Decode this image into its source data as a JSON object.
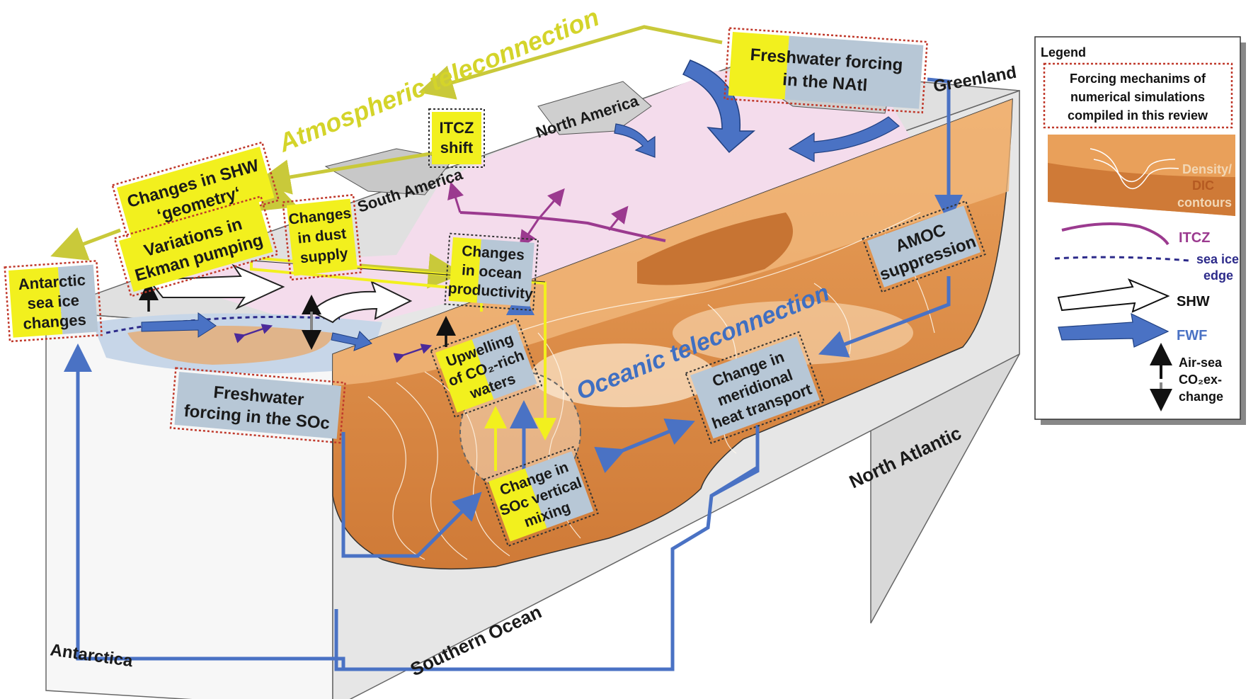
{
  "teleconnections": {
    "atmospheric": "Atmospheric teleconnection",
    "oceanic": "Oceanic teleconnection"
  },
  "regions": {
    "greenland": "Greenland",
    "north_america": "North America",
    "south_america": "South America",
    "north_atlantic": "North Atlantic",
    "southern_ocean": "Southern Ocean",
    "antarctica": "Antarctica"
  },
  "boxes": {
    "freshwater_natl": [
      "Freshwater forcing",
      "in the NAtl"
    ],
    "itcz_shift": [
      "ITCZ",
      "shift"
    ],
    "shw_geometry": [
      "Changes in SHW",
      "‘geometry‘"
    ],
    "ekman": [
      "Variations in",
      "Ekman pumping"
    ],
    "dust": [
      "Changes",
      "in dust",
      "supply"
    ],
    "productivity": [
      "Changes",
      "in ocean",
      "productivity"
    ],
    "antarctic_ice": [
      "Antarctic",
      "sea ice",
      "changes"
    ],
    "freshwater_soc": [
      "Freshwater",
      "forcing in the SOc"
    ],
    "upwelling": [
      "Upwelling",
      "of CO₂-rich",
      "waters"
    ],
    "amoc": [
      "AMOC",
      "suppression"
    ],
    "heat_transport": [
      "Change in",
      "meridional",
      "heat transport"
    ],
    "soc_mixing": [
      "Change in",
      "SOc vertical",
      "mixing"
    ]
  },
  "legend": {
    "title": "Legend",
    "forcing": [
      "Forcing mechanims of",
      "numerical simulations",
      "compiled in this review"
    ],
    "density": [
      "Density/",
      "DIC",
      "contours"
    ],
    "itcz": "ITCZ",
    "sea_ice": [
      "sea ice",
      "edge"
    ],
    "shw": "SHW",
    "fwf": "FWF",
    "co2": [
      "Air-sea",
      "CO₂ex-",
      "change"
    ]
  },
  "colors": {
    "yellow": "#f2f01e",
    "box_blue": "#b7c7d6",
    "dotted_red": "#c0392b",
    "ocean_orange": "#d98b45",
    "atm_arrow": "#c9c93a",
    "ocean_arrow": "#4a72c4",
    "itcz": "#9b3a8f",
    "surface_pink": "#f4dcec"
  }
}
